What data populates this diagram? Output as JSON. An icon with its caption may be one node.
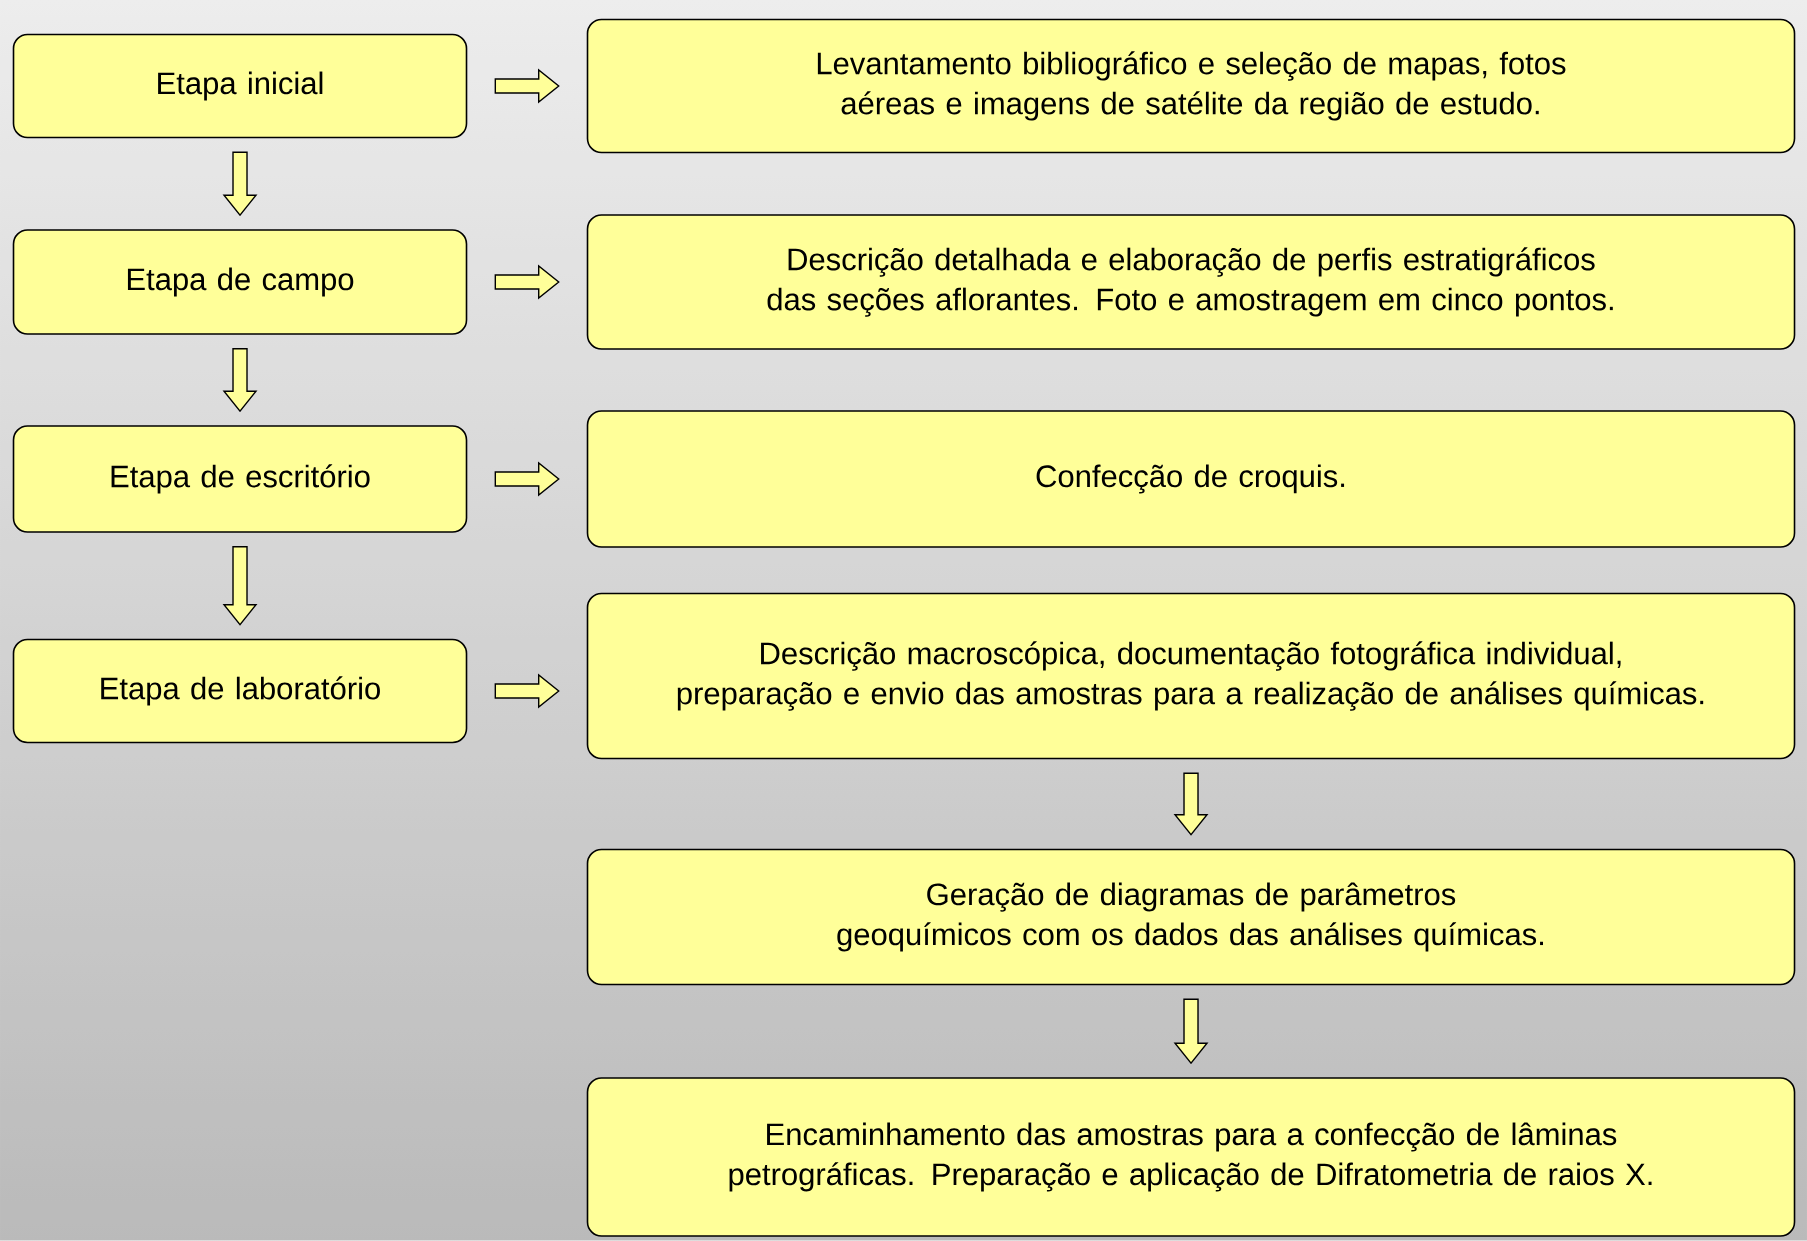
{
  "diagram": {
    "nodes": [
      {
        "text": [
          "Etapa inicial"
        ]
      },
      {
        "text": [
          "Levantamento bibliográfico e seleção de mapas, fotos aéreas e imagens de satélite da região de estudo."
        ]
      },
      {
        "text": [
          "Etapa de campo"
        ]
      },
      {
        "text": [
          "Descrição detalhada e elaboração de perfis estratigráficos das seções aflorantes. Foto e amostragem em cinco pontos."
        ]
      },
      {
        "text": [
          "Etapa de escritório"
        ]
      },
      {
        "text": [
          "Confecção de croquis."
        ]
      },
      {
        "text": [
          "Etapa de laboratório"
        ]
      },
      {
        "text": [
          "Descrição macroscópica, documentação fotográfica individual, preparação e envio das amostras para a realização de análises químicas."
        ]
      },
      {
        "text": [
          "Geração de diagramas de parâmetros geoquímicos com os dados das análises químicas."
        ]
      },
      {
        "text": [
          "Encaminhamento das amostras para a confecção de lâminas petrográficas. Preparação e aplicação de Difratometria de raios X."
        ]
      }
    ],
    "edges": [
      {
        "from": 0,
        "to": 1,
        "arrow": "to"
      },
      {
        "from": 0,
        "to": 2,
        "arrow": "to"
      },
      {
        "from": 2,
        "to": 3,
        "arrow": "to"
      },
      {
        "from": 2,
        "to": 4,
        "arrow": "to"
      },
      {
        "from": 4,
        "to": 5,
        "arrow": "to"
      },
      {
        "from": 4,
        "to": 6,
        "arrow": "to"
      },
      {
        "from": 6,
        "to": 7,
        "arrow": "to"
      },
      {
        "from": 7,
        "to": 8,
        "arrow": "to"
      },
      {
        "from": 8,
        "to": 9,
        "arrow": "to"
      }
    ]
  }
}
